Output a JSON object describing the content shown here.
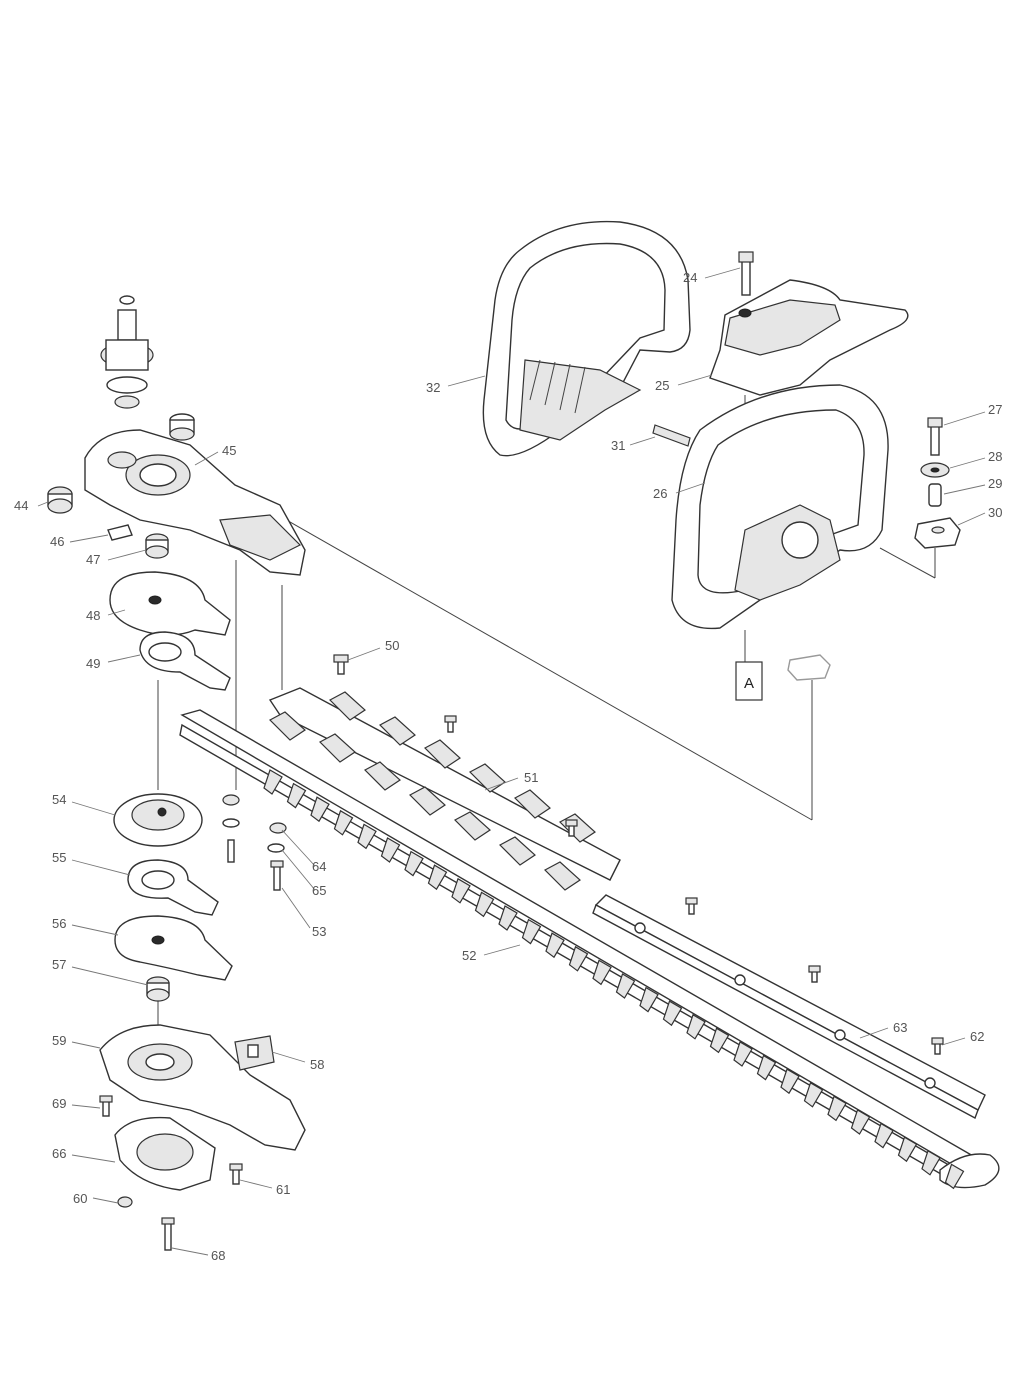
{
  "diagram": {
    "part_numbers": [
      "24",
      "25",
      "26",
      "27",
      "28",
      "29",
      "30",
      "31",
      "32",
      "44",
      "45",
      "46",
      "47",
      "48",
      "49",
      "50",
      "51",
      "52",
      "53",
      "54",
      "55",
      "56",
      "57",
      "58",
      "59",
      "60",
      "61",
      "62",
      "63",
      "64",
      "65",
      "66",
      "68",
      "69"
    ],
    "callout_box_label": "A",
    "colors": {
      "line": "#333333",
      "label": "#555555",
      "leader": "#777777",
      "fill_light": "#e6e6e6"
    }
  }
}
